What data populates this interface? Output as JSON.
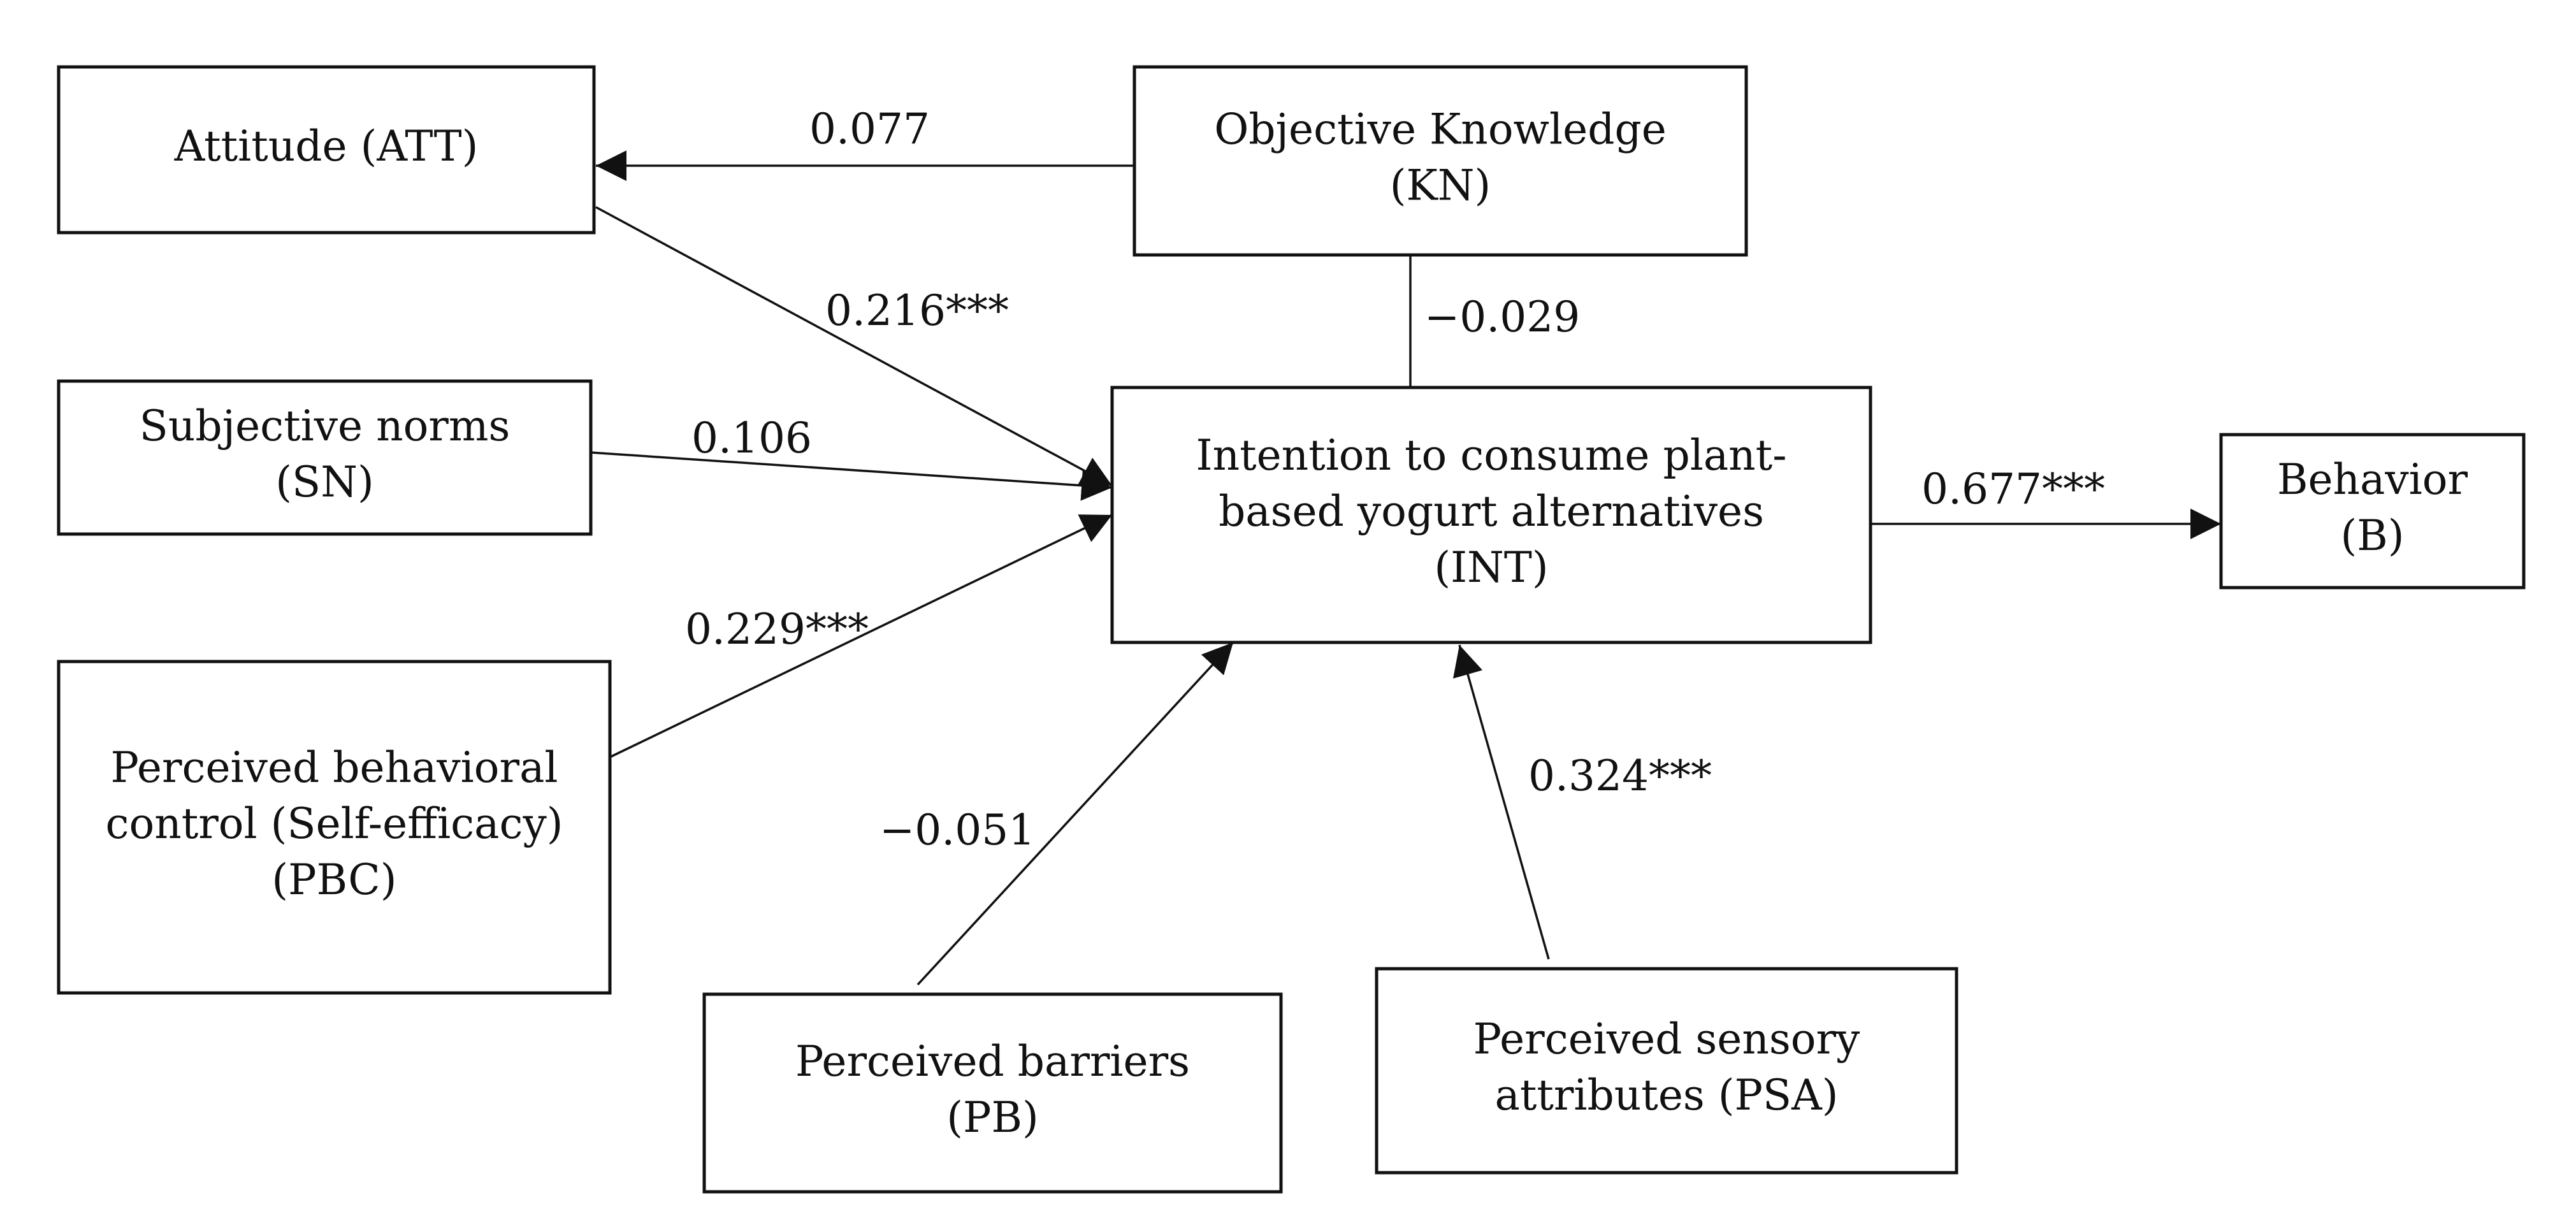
{
  "nodes": [
    {
      "id": "att",
      "lines": [
        "Attitude (ATT)"
      ]
    },
    {
      "id": "kn",
      "lines": [
        "Objective Knowledge",
        "(KN)"
      ]
    },
    {
      "id": "sn",
      "lines": [
        "Subjective norms",
        "(SN)"
      ]
    },
    {
      "id": "int",
      "lines": [
        "Intention to consume plant-",
        "based yogurt alternatives",
        "(INT)"
      ]
    },
    {
      "id": "b",
      "lines": [
        "Behavior",
        "(B)"
      ]
    },
    {
      "id": "pbc",
      "lines": [
        "Perceived behavioral",
        "control (Self-efficacy)",
        "(PBC)"
      ]
    },
    {
      "id": "pb",
      "lines": [
        "Perceived barriers",
        "(PB)"
      ]
    },
    {
      "id": "psa",
      "lines": [
        "Perceived sensory",
        "attributes (PSA)"
      ]
    }
  ],
  "edges": [
    {
      "from": "kn",
      "to": "att",
      "label": "0.077"
    },
    {
      "from": "att",
      "to": "int",
      "label": "0.216***"
    },
    {
      "from": "kn",
      "to": "int",
      "label": "−0.029"
    },
    {
      "from": "sn",
      "to": "int",
      "label": "0.106"
    },
    {
      "from": "pbc",
      "to": "int",
      "label": "0.229***"
    },
    {
      "from": "int",
      "to": "b",
      "label": "0.677***"
    },
    {
      "from": "pb",
      "to": "int",
      "label": "−0.051"
    },
    {
      "from": "psa",
      "to": "int",
      "label": "0.324***"
    }
  ]
}
